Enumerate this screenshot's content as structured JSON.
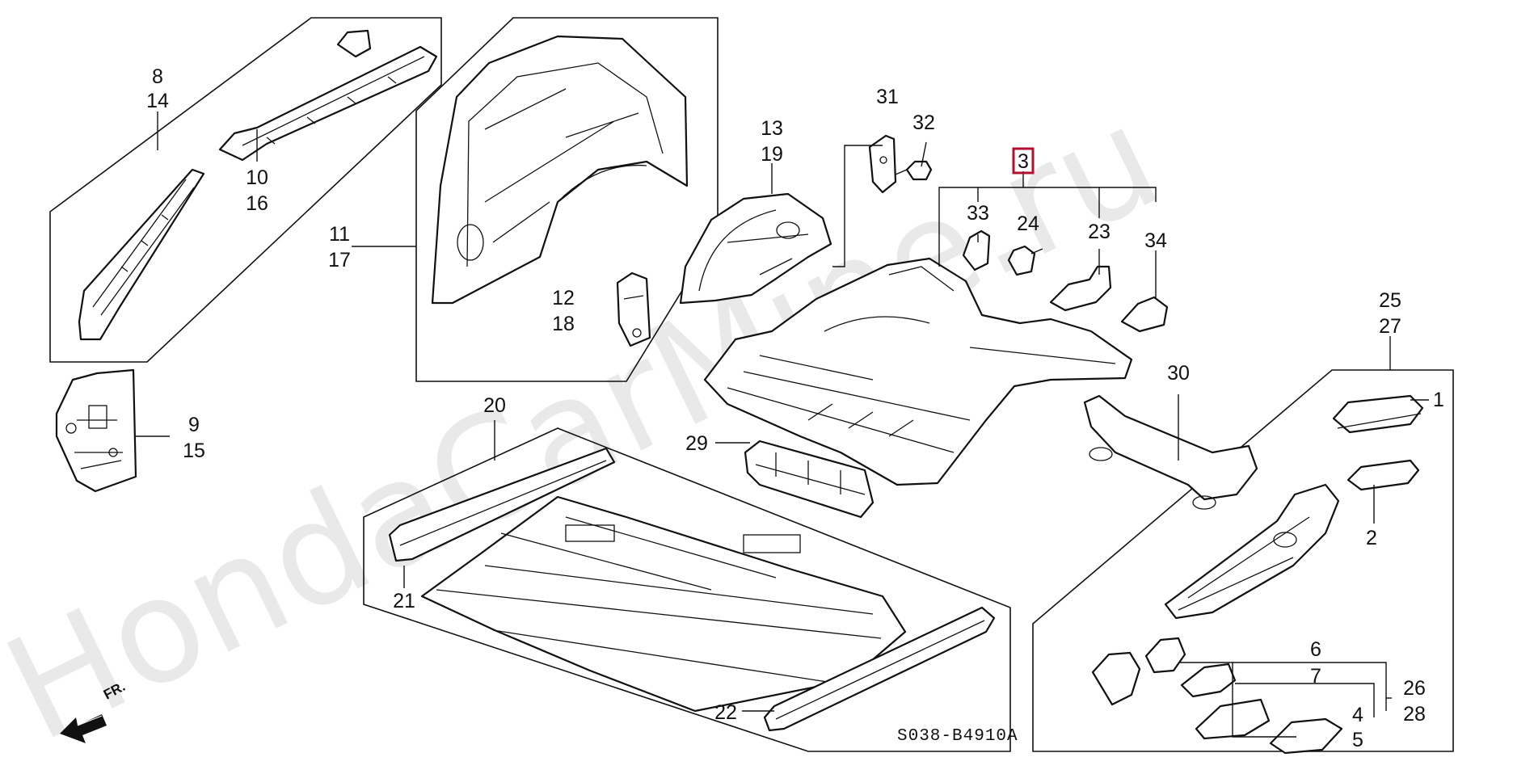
{
  "watermark": "HondaCarMine.ru",
  "diagram_code": "S038-B4910A",
  "direction_label": "FR.",
  "highlighted_part": "3",
  "labels": {
    "l8": "8",
    "l14": "14",
    "l10": "10",
    "l16": "16",
    "l9": "9",
    "l15": "15",
    "l11": "11",
    "l17": "17",
    "l12": "12",
    "l18": "18",
    "l13": "13",
    "l19": "19",
    "l31": "31",
    "l32": "32",
    "l3": "3",
    "l33": "33",
    "l24": "24",
    "l23": "23",
    "l34": "34",
    "l25": "25",
    "l27": "27",
    "l1": "1",
    "l2": "2",
    "l30": "30",
    "l29": "29",
    "l20": "20",
    "l21": "21",
    "l22": "22",
    "l6": "6",
    "l7": "7",
    "l26": "26",
    "l28": "28",
    "l4": "4",
    "l5": "5"
  }
}
